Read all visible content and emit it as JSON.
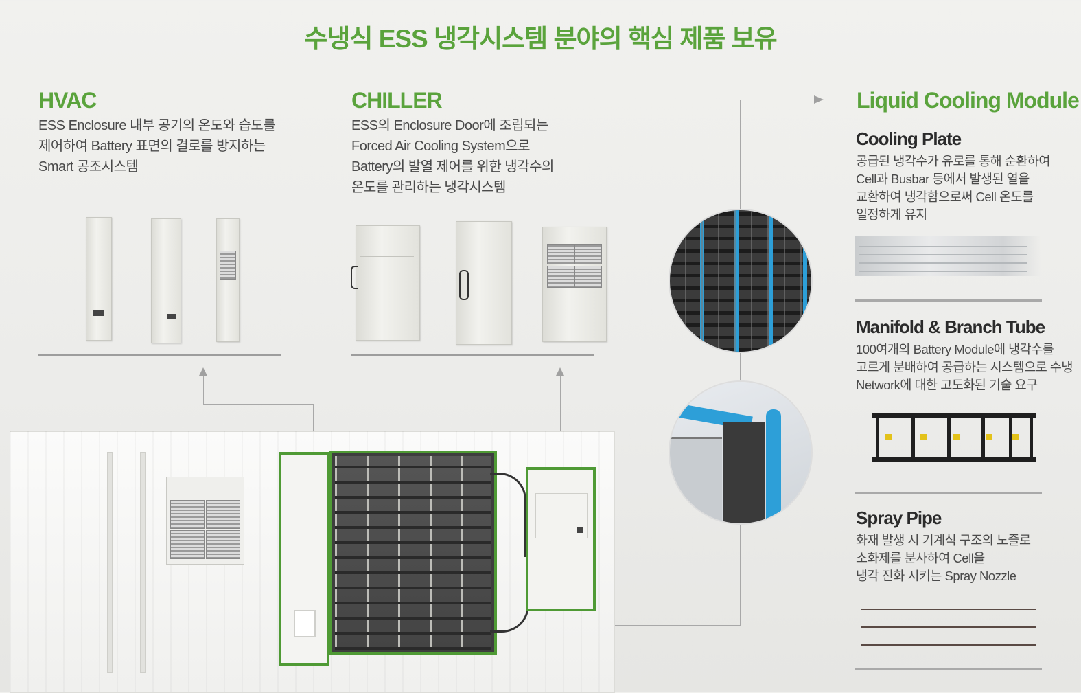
{
  "title": "수냉식 ESS 냉각시스템 분야의 핵심 제품 보유",
  "hvac": {
    "heading": "HVAC",
    "lines": [
      "ESS Enclosure 내부 공기의 온도와 습도를",
      "제어하여 Battery 표면의 결로를 방지하는",
      "Smart 공조시스템"
    ]
  },
  "chiller": {
    "heading": "CHILLER",
    "lines": [
      "ESS의 Enclosure Door에 조립되는",
      "Forced Air Cooling System으로",
      "Battery의 발열 제어를 위한 냉각수의",
      "온도를 관리하는 냉각시스템"
    ]
  },
  "lcm": {
    "heading": "Liquid Cooling Module",
    "cooling_plate": {
      "heading": "Cooling Plate",
      "lines": [
        "공급된 냉각수가 유로를 통해  순환하여",
        "Cell과 Busbar 등에서 발생된 열을",
        "교환하여 냉각함으로써 Cell 온도를",
        "일정하게 유지"
      ]
    },
    "manifold": {
      "heading": "Manifold & Branch Tube",
      "lines": [
        "100여개의 Battery Module에 냉각수를",
        "고르게 분배하여 공급하는 시스템으로 수냉",
        "Network에 대한 고도화된 기술 요구"
      ]
    },
    "spray_pipe": {
      "heading": "Spray Pipe",
      "lines": [
        "화재 발생 시 기계식 구조의 노즐로",
        "소화제를 분사하여 Cell을",
        "냉각 진화 시키는 Spray Nozzle"
      ]
    }
  },
  "colors": {
    "accent_green": "#5aa33c",
    "frame_green": "#4f9a35",
    "pipe_blue": "#2d9fd8"
  }
}
